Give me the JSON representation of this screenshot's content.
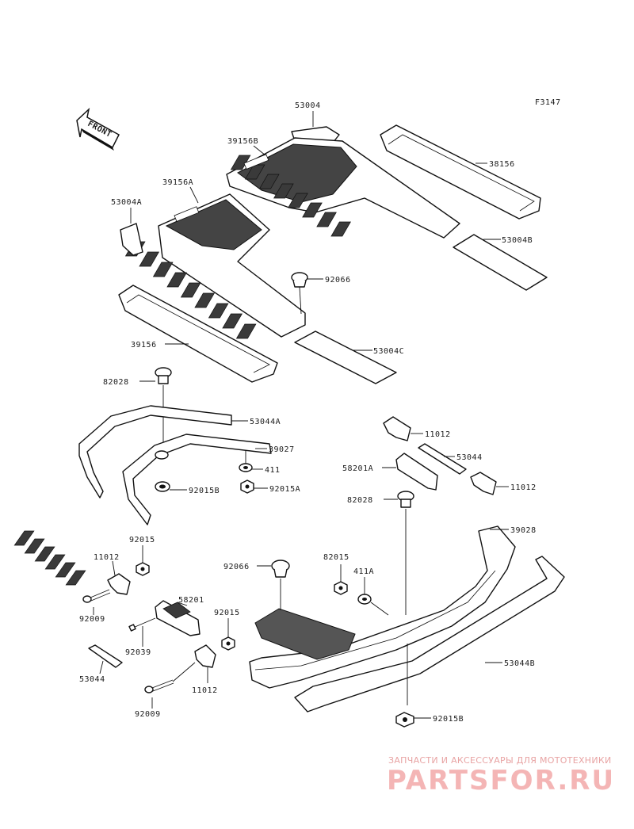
{
  "figure_code": "F3147",
  "front_label": "FRONT",
  "labels": {
    "p53004": "53004",
    "p39156B": "39156B",
    "p38156": "38156",
    "p39156A": "39156A",
    "p53004A": "53004A",
    "p53004B": "53004B",
    "p92066_top": "92066",
    "p39156": "39156",
    "p53004C": "53004C",
    "p82028_left": "82028",
    "p53044A": "53044A",
    "p39027": "39027",
    "p411": "411",
    "p92015B_left": "92015B",
    "p92015A": "92015A",
    "p11012_right_top": "11012",
    "p53044_right": "53044",
    "p58201A": "58201A",
    "p11012_right_mid": "11012",
    "p82028_right": "82028",
    "p39028": "39028",
    "p92015_left": "92015",
    "p11012_left": "11012",
    "p92066_bottom": "92066",
    "p82015": "82015",
    "p411A": "411A",
    "p92009_top": "92009",
    "p58201": "58201",
    "p92015_mid": "92015",
    "p92039": "92039",
    "p53044_left": "53044",
    "p53044B": "53044B",
    "p11012_bottom": "11012",
    "p92009_bottom": "92009",
    "p92015B_bottom": "92015B"
  },
  "watermark": {
    "tagline": "ЗАПЧАСТИ И АКСЕССУАРЫ ДЛЯ МОТОТЕХНИКИ",
    "brand": "PARTSFOR.RU"
  }
}
